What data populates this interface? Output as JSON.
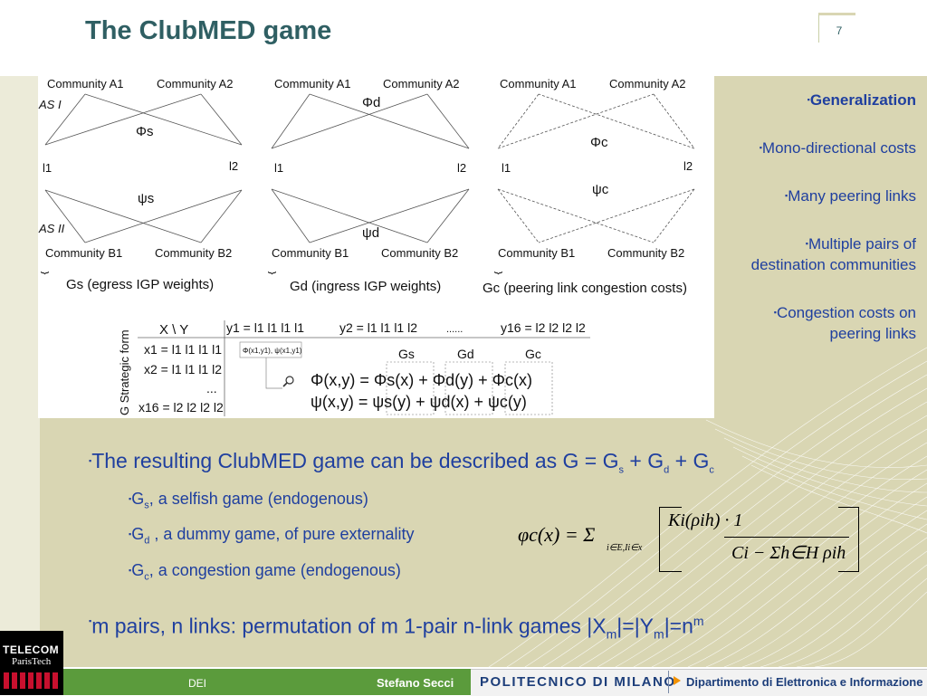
{
  "slide": {
    "title": "The ClubMED game",
    "page_number": "7"
  },
  "right_bullets": [
    {
      "text": "Generalization",
      "bold": true
    },
    {
      "text": "Mono-directional costs"
    },
    {
      "text": "Many peering links"
    },
    {
      "line1": "Multiple pairs of",
      "line2": "destination communities"
    },
    {
      "line1": "Congestion costs on",
      "line2": "peering links"
    }
  ],
  "body": {
    "line1_prefix": "The resulting ClubMED game can be described as G = G",
    "line1_s": "s",
    "line1_plus1": " + G",
    "line1_d": "d",
    "line1_plus2": " + G",
    "line1_c": "c",
    "sub1_g": "G",
    "sub1_sub": "s",
    "sub1_rest": ", a selfish game (endogenous)",
    "sub2_g": "G",
    "sub2_sub": "d",
    "sub2_rest": " , a dummy game, of pure externality",
    "sub3_g": "G",
    "sub3_sub": "c",
    "sub3_rest": ", a congestion game (endogenous)",
    "line2_text": "m pairs, n links: permutation of m 1-pair n-link games |X",
    "line2_m1": "m",
    "line2_mid": "|=|Y",
    "line2_m2": "m",
    "line2_end": "|=n",
    "line2_sup": "m"
  },
  "formula": {
    "lhs": "φc(x) = Σ",
    "sum_index": "i∈E,Ii∈x",
    "numerator": "Ki(ρih) ·       1",
    "denominator": "Ci − Σh∈H ρih"
  },
  "figure": {
    "diagram1": {
      "top_left": "Community A1",
      "top_right": "Community A2",
      "bottom_left": "Community  B1",
      "bottom_right": "Community  B2",
      "as1": "AS I",
      "as2": "AS II",
      "phi": "Φs",
      "psi": "ψs",
      "l1": "l1",
      "l2": "l2",
      "caption": "Gs (egress IGP weights)"
    },
    "diagram2": {
      "top_left": "Community A1",
      "top_right": "Community A2",
      "bottom_left": "Community  B1",
      "bottom_right": "Community  B2",
      "phi": "Φd",
      "psi": "ψd",
      "l1": "l1",
      "l2": "l2",
      "caption": "Gd (ingress IGP weights)"
    },
    "diagram3": {
      "top_left": "Community A1",
      "top_right": "Community A2",
      "bottom_left": "Community  B1",
      "bottom_right": "Community  B2",
      "phi": "Φc",
      "psi": "ψc",
      "l1": "l1",
      "l2": "l2",
      "caption": "Gc (peering link congestion costs)"
    },
    "table": {
      "vertical_label": "G Strategic form",
      "corner": "X  \\  Y",
      "cols": [
        "y1 = l1 l1 l1 l1",
        "y2 = l1 l1 l1 l2",
        "......",
        "y16 = l2 l2 l2 l2"
      ],
      "rows": [
        "x1 = l1 l1 l1 l1",
        "x2 = l1 l1 l1 l2",
        "...",
        "x16 = l2 l2 l2 l2"
      ],
      "cell": "Φ(x1,y1), ψ(x1,y1)",
      "labels": [
        "Gs",
        "Gd",
        "Gc"
      ],
      "eq1": "Φ(x,y) = Φs(x) + Φd(y) + Φc(x)",
      "eq2": "ψ(x,y) = ψs(y) + ψd(x) + ψc(y)"
    }
  },
  "footer": {
    "dept_short": "DEI",
    "author": "Stefano Secci",
    "university": "POLITECNICO DI MILANO",
    "department": "Dipartimento di Elettronica e Informazione",
    "logo_line1": "TELECOM",
    "logo_line2": "ParisTech"
  },
  "colors": {
    "title": "#2f5f63",
    "text": "#1f3f9f",
    "panel": "#d9d6b3",
    "footer_green": "#5b9b3c"
  }
}
